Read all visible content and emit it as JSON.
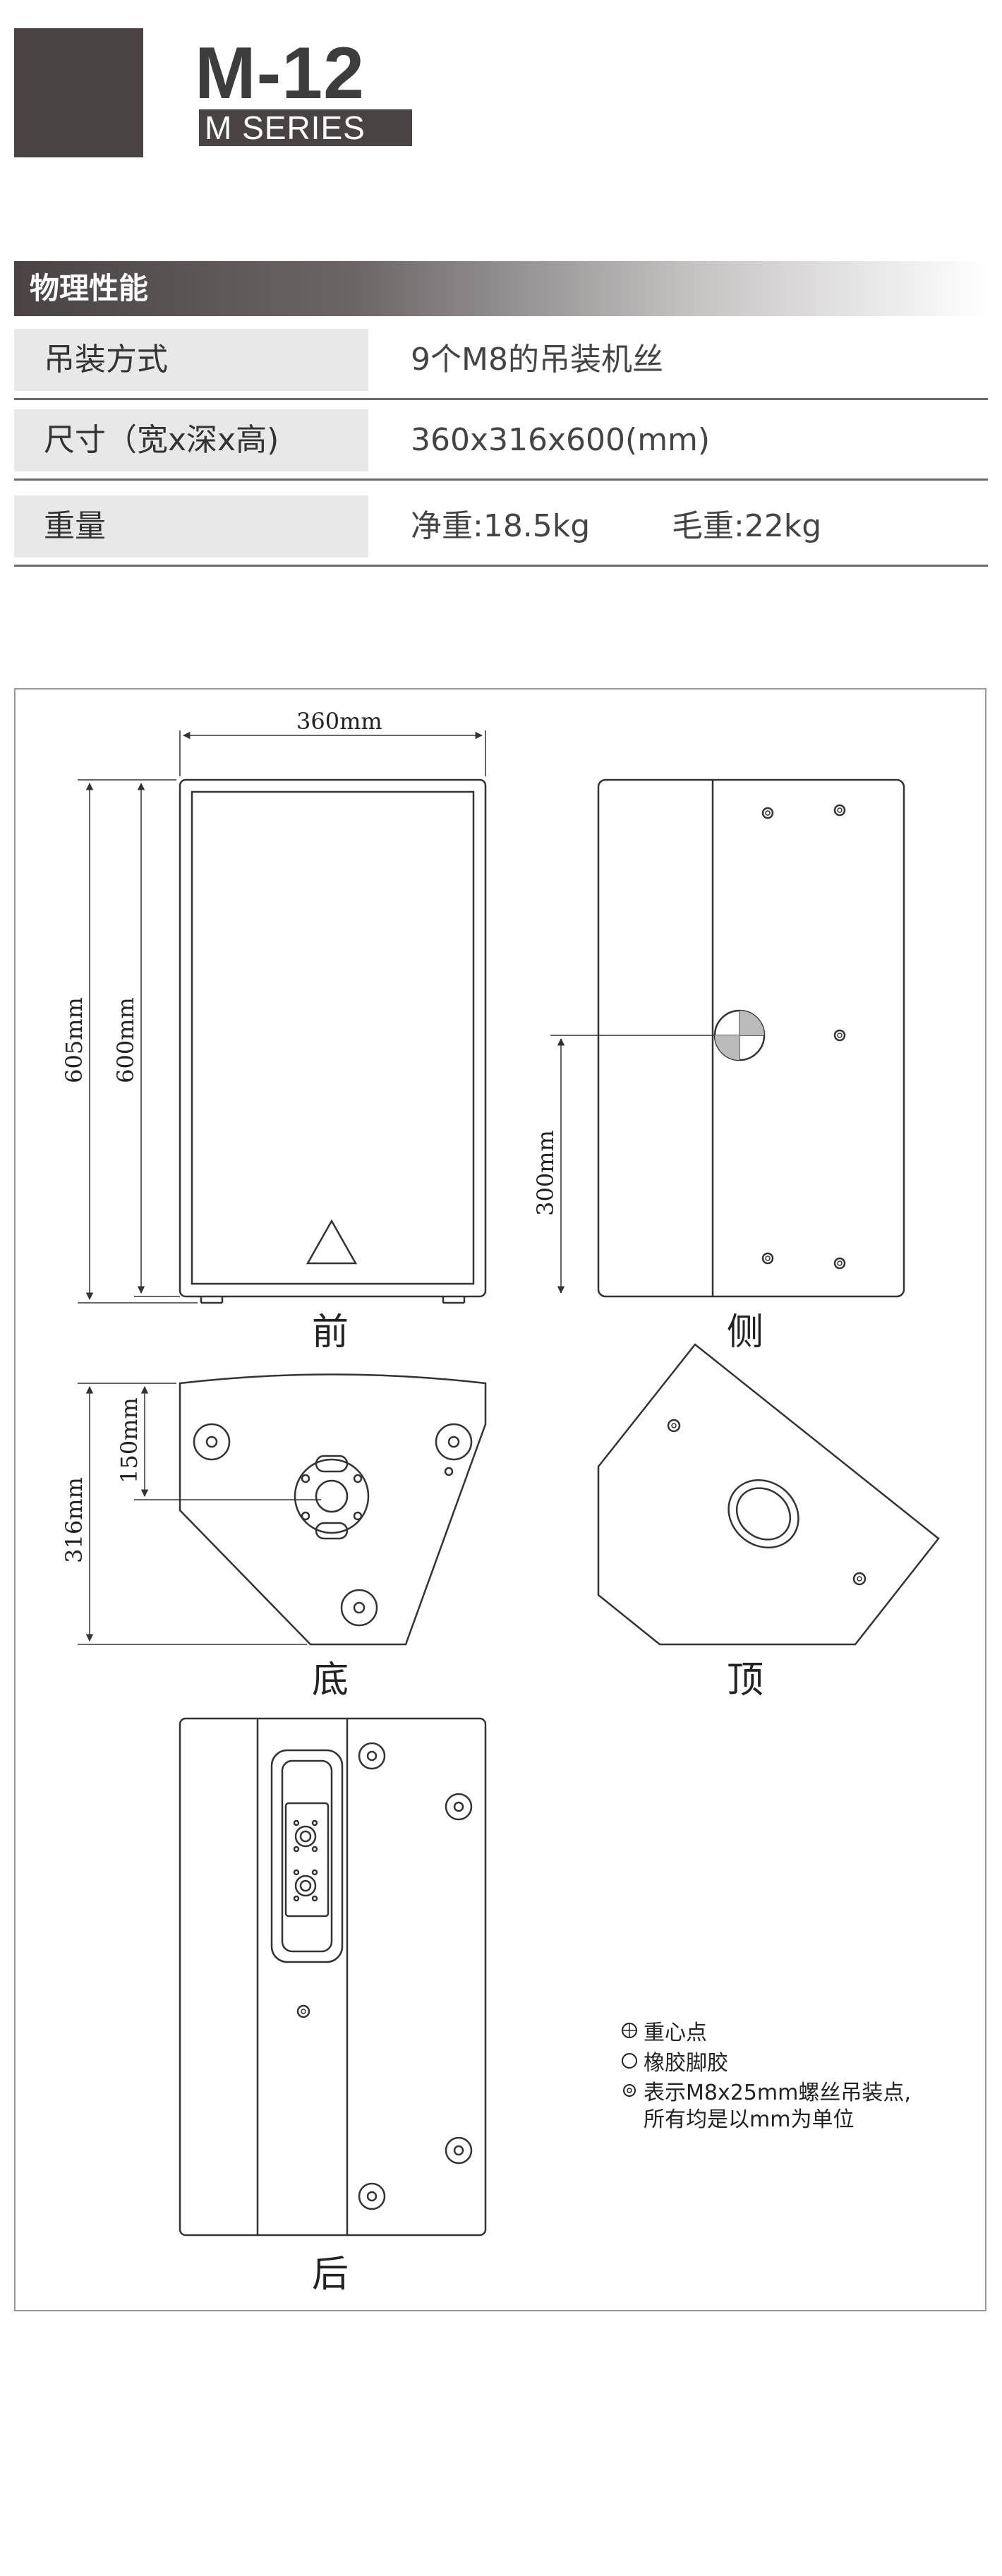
{
  "header": {
    "model": "M-12",
    "series": "M SERIES"
  },
  "specs": {
    "section_title": "物理性能",
    "rows": [
      {
        "label": "吊装方式",
        "value": "9个M8的吊装机丝"
      },
      {
        "label": "尺寸（宽x深x高)",
        "value": "360x316x600(mm)"
      },
      {
        "label": "重量",
        "value": "净重:18.5kg",
        "value2": "毛重:22kg"
      }
    ]
  },
  "drawing": {
    "views": {
      "front": "前",
      "side": "侧",
      "bottom": "底",
      "top": "顶",
      "back": "后"
    },
    "dimensions": {
      "width": "360mm",
      "height_total": "605mm",
      "height_body": "600mm",
      "cg_height": "300mm",
      "depth": "316mm",
      "cg_depth": "150mm"
    },
    "legend": {
      "center_of_gravity": "重心点",
      "rubber_feet": "橡胶脚胶",
      "rigging_points_line1": "表示M8x25mm螺丝吊装点,",
      "rigging_points_line2": "所有均是以mm为单位"
    }
  }
}
